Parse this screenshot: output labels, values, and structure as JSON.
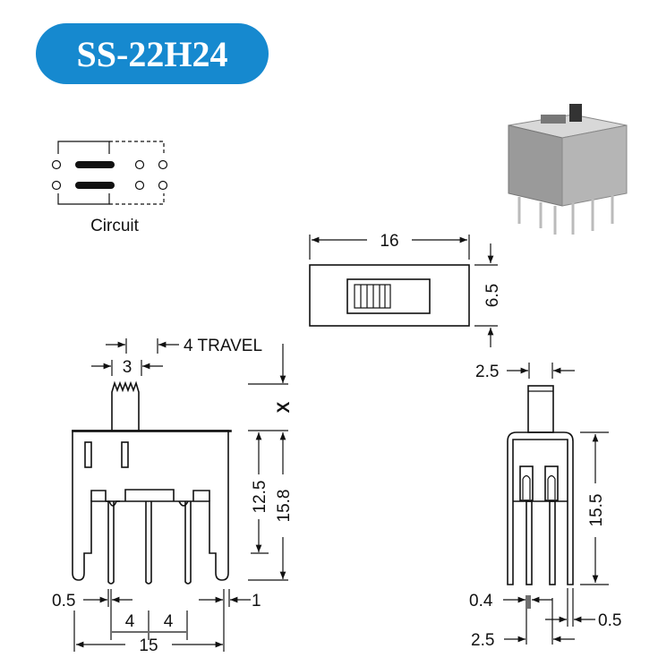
{
  "title": "SS-22H24",
  "colors": {
    "badge": "#1689cf",
    "ink": "#111111"
  },
  "circuit": {
    "label": "Circuit"
  },
  "top_view": {
    "length": "16",
    "width": "6.5"
  },
  "front_view": {
    "travel": "4 TRAVEL",
    "actuator_width": "3",
    "actuator_height": "X",
    "body_height": "12.5",
    "total_height": "15.8",
    "pin_width": "0.5",
    "end_pin_width": "1",
    "pitch_1": "4",
    "pitch_2": "4",
    "overall_width": "15"
  },
  "side_view": {
    "actuator_width": "2.5",
    "height": "15.5",
    "pin_thickness": "0.4",
    "frame_thickness": "0.5",
    "row_pitch": "2.5"
  }
}
